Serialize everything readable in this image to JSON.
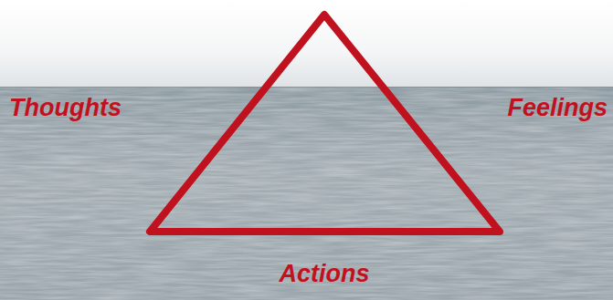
{
  "diagram": {
    "labels": [
      "Thoughts",
      "Feelings",
      "Actions"
    ]
  }
}
